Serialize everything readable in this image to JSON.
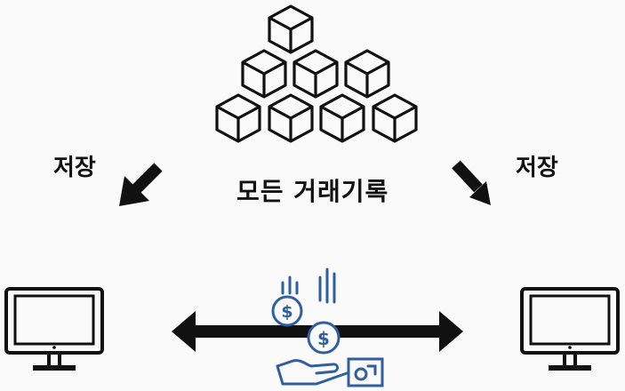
{
  "labels": {
    "store_left": "저장",
    "store_right": "저장",
    "all_records": "모든 거래기록"
  },
  "icons": {
    "blocks": "blockchain-cubes-icon",
    "computer": "computer-monitor-icon",
    "payment": "coin-payment-hand-icon"
  },
  "colors": {
    "ink": "#111111",
    "accent": "#2f5f9e"
  }
}
